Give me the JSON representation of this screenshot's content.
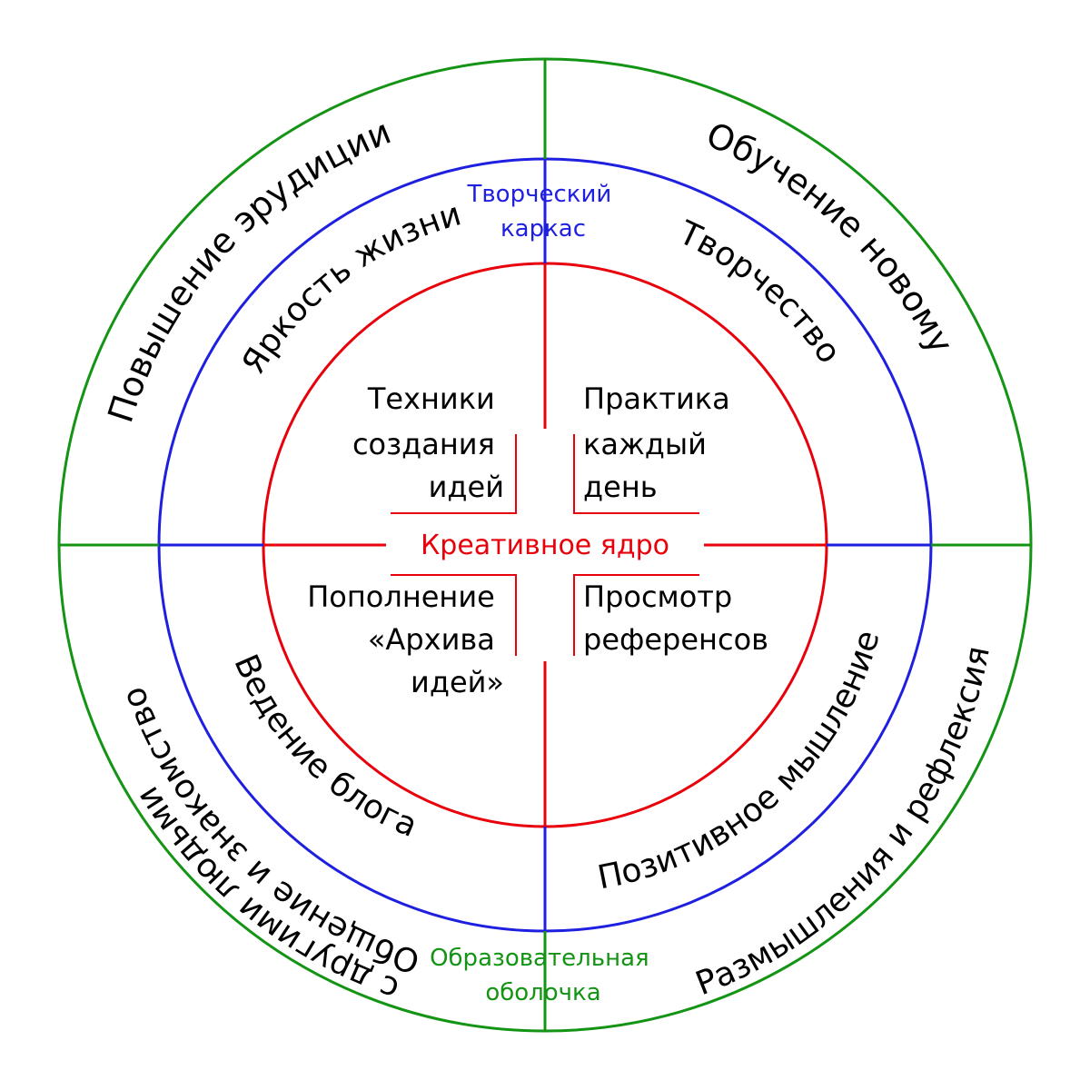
{
  "colors": {
    "outer": "#149414",
    "middle": "#1f1fe0",
    "inner": "#e8000b",
    "text": "#000000"
  },
  "core": {
    "label": "Креативное ядро",
    "quadrants": {
      "top_left": [
        "Техники",
        "создания",
        "идей"
      ],
      "top_right": [
        "Практика",
        "каждый",
        "день"
      ],
      "bottom_left": [
        "Пополнение",
        "«Архива",
        "идей»"
      ],
      "bottom_right": [
        "Просмотр",
        "референсов"
      ]
    }
  },
  "frame": {
    "label_lines": [
      "Творческий",
      "каркас"
    ],
    "items": {
      "top_left": "Яркость жизни",
      "top_right": "Творчество",
      "bottom_left": "Ведение блога",
      "bottom_right": "Позитивное мышление"
    }
  },
  "shell": {
    "label_lines": [
      "Образовательная",
      "оболочка"
    ],
    "items": {
      "top_left": "Повышение эрудиции",
      "top_right": "Обучение новому",
      "bottom_left_line1": "Общение и знакомство",
      "bottom_left_line2": "с другими людьми",
      "bottom_right": "Размышления и рефлексия"
    }
  }
}
